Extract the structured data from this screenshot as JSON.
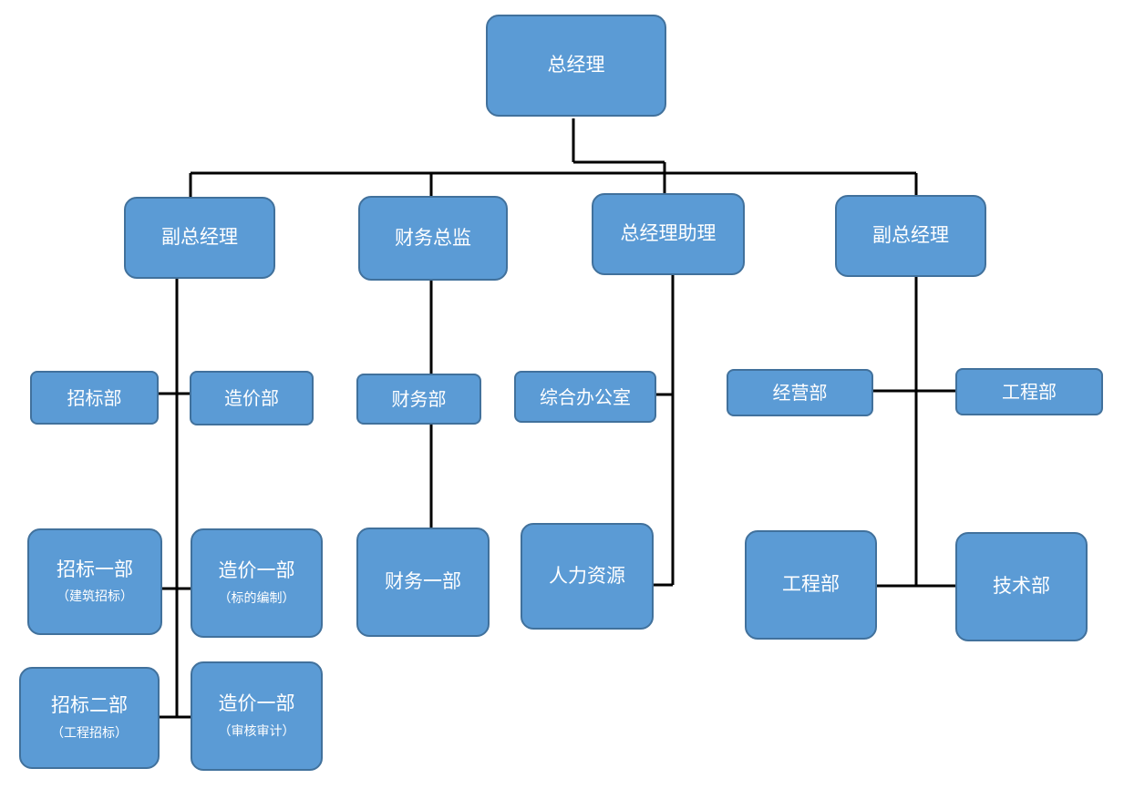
{
  "colors": {
    "box_fill": "#5b9bd5",
    "box_border": "#41719c",
    "text": "#ffffff",
    "line": "#000000"
  },
  "nodes": {
    "gm": {
      "label": "总经理"
    },
    "vp1": {
      "label": "副总经理"
    },
    "cfo": {
      "label": "财务总监"
    },
    "gm_assistant": {
      "label": "总经理助理"
    },
    "vp2": {
      "label": "副总经理"
    },
    "bidding": {
      "label": "招标部"
    },
    "costing": {
      "label": "造价部"
    },
    "finance": {
      "label": "财务部"
    },
    "general_office": {
      "label": "综合办公室"
    },
    "operations": {
      "label": "经营部"
    },
    "engineering_top": {
      "label": "工程部"
    },
    "bidding1": {
      "label": "招标一部",
      "sub": "（建筑招标）"
    },
    "costing1a": {
      "label": "造价一部",
      "sub": "（标的编制）"
    },
    "finance1": {
      "label": "财务一部"
    },
    "hr": {
      "label": "人力资源"
    },
    "engineering_bottom": {
      "label": "工程部"
    },
    "technical": {
      "label": "技术部"
    },
    "bidding2": {
      "label": "招标二部",
      "sub": "（工程招标）"
    },
    "costing1b": {
      "label": "造价一部",
      "sub": "（审核审计）"
    }
  }
}
